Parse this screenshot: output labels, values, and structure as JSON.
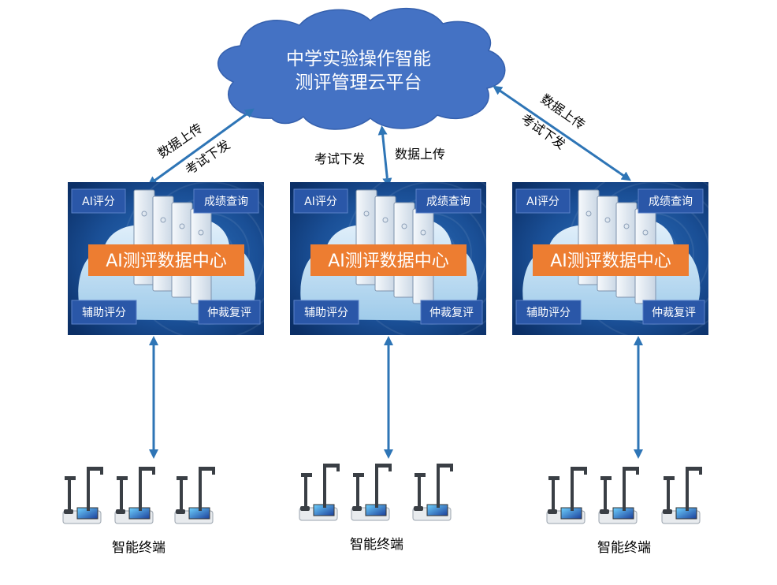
{
  "cloud": {
    "line1": "中学实验操作智能",
    "line2": "测评管理云平台"
  },
  "links": {
    "left": {
      "upload": "数据上传",
      "download": "考试下发"
    },
    "middle": {
      "upload": "数据上传",
      "download": "考试下发"
    },
    "right": {
      "upload": "数据上传",
      "download": "考试下发"
    }
  },
  "centers": [
    {
      "title": "AI测评数据中心",
      "tag_tl": "AI评分",
      "tag_tr": "成绩查询",
      "tag_bl": "辅助评分",
      "tag_br": "仲裁复评"
    },
    {
      "title": "AI测评数据中心",
      "tag_tl": "AI评分",
      "tag_tr": "成绩查询",
      "tag_bl": "辅助评分",
      "tag_br": "仲裁复评"
    },
    {
      "title": "AI测评数据中心",
      "tag_tl": "AI评分",
      "tag_tr": "成绩查询",
      "tag_bl": "辅助评分",
      "tag_br": "仲裁复评"
    }
  ],
  "terminals": [
    {
      "label": "智能终端"
    },
    {
      "label": "智能终端"
    },
    {
      "label": "智能终端"
    }
  ],
  "colors": {
    "cloud": "#4472c4",
    "arrow": "#2e75b6",
    "panel_dark": "#0d3d7a",
    "tag": "#2a57a8",
    "title_box": "#ed7d31"
  }
}
